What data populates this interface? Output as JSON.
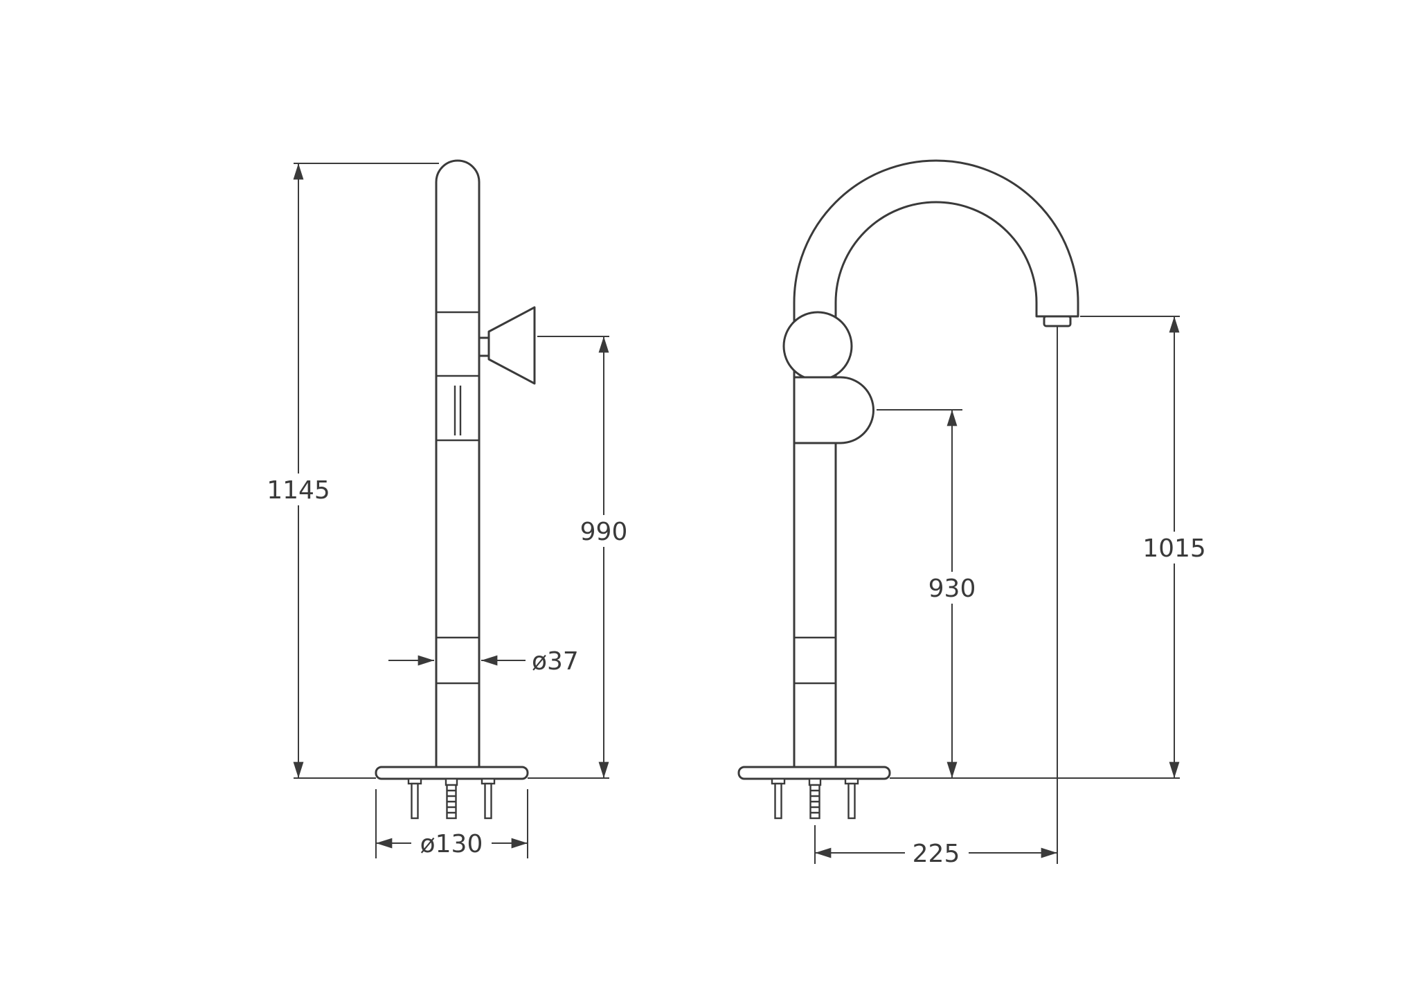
{
  "colors": {
    "background": "#ffffff",
    "line": "#3a3a3a"
  },
  "dimensions": {
    "side_overall_height": "1145",
    "side_handle_height": "990",
    "side_body_diameter": "ø37",
    "side_base_diameter": "ø130",
    "front_handle_height": "930",
    "front_outlet_height": "1015",
    "front_spout_reach": "225"
  }
}
